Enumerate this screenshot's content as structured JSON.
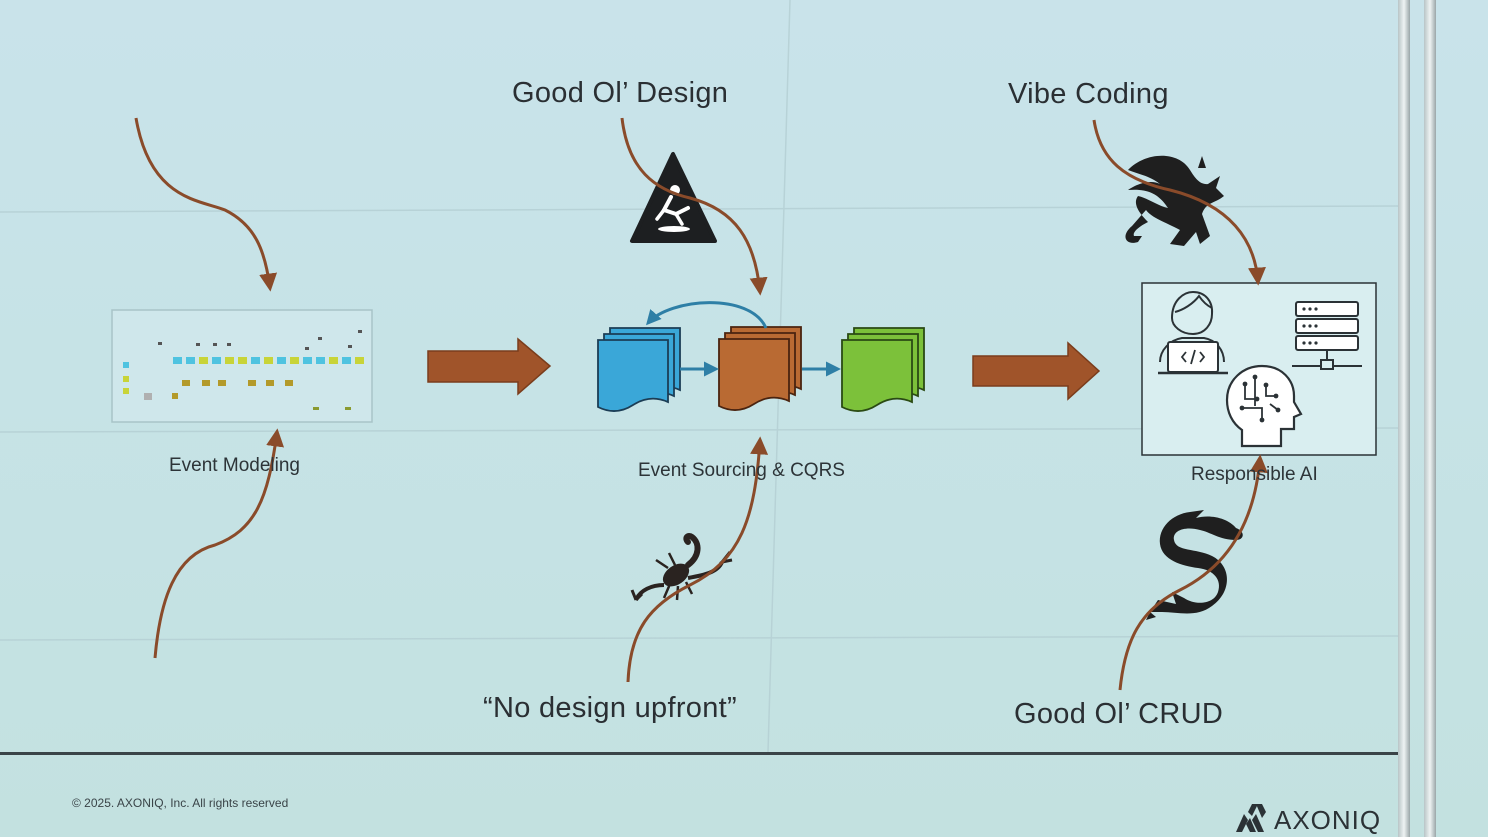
{
  "labels": {
    "good_ol_design": "Good Ol’ Design",
    "vibe_coding": "Vibe Coding",
    "no_design_upfront": "“No design upfront”",
    "good_ol_crud": "Good Ol’ CRUD",
    "event_modeling": "Event Modeling",
    "event_sourcing": "Event Sourcing & CQRS",
    "responsible_ai": "Responsible AI"
  },
  "footer": {
    "copyright": "© 2025. AXONIQ, Inc. All rights reserved",
    "brand": "AXONIQ"
  },
  "icons": {
    "caution": "slippery-floor-warning-icon",
    "dragon": "dragon-icon",
    "scorpion": "scorpion-icon",
    "serpent": "serpent-dragon-icon",
    "developer": "developer-laptop-icon",
    "server": "server-rack-icon",
    "ai_brain": "ai-brain-icon"
  },
  "colors": {
    "arrow_brown": "#a0542a",
    "curve_brown": "#8a4b2a",
    "card_blue": "#3aa7d8",
    "card_brown": "#b96a33",
    "card_green": "#7cc13a",
    "loop_blue": "#2e7fa6"
  }
}
